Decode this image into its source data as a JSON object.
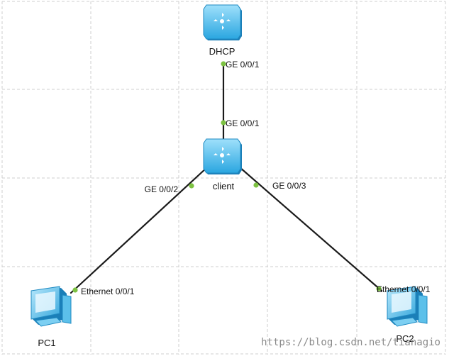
{
  "devices": {
    "dhcp": {
      "name": "DHCP",
      "icon": "layer3-switch-icon"
    },
    "client": {
      "name": "client",
      "icon": "layer3-switch-icon"
    },
    "pc1": {
      "name": "PC1",
      "icon": "pc-icon"
    },
    "pc2": {
      "name": "PC2",
      "icon": "pc-icon"
    }
  },
  "ports": {
    "dhcp_down": "GE 0/0/1",
    "client_up": "GE 0/0/1",
    "client_left": "GE 0/0/2",
    "client_right": "GE 0/0/3",
    "pc1_port": "Ethernet 0/0/1",
    "pc2_port": "Ethernet 0/0/1"
  },
  "links": [
    {
      "from": "dhcp",
      "to": "client"
    },
    {
      "from": "client",
      "to": "pc1"
    },
    {
      "from": "client",
      "to": "pc2"
    }
  ],
  "colors": {
    "link": "#1a1a1a",
    "port_dot": "#7dc242",
    "switch_body": "#3db5e8",
    "grid": "#cfcfcf"
  },
  "watermark": "https://blog.csdn.net/tianagio"
}
